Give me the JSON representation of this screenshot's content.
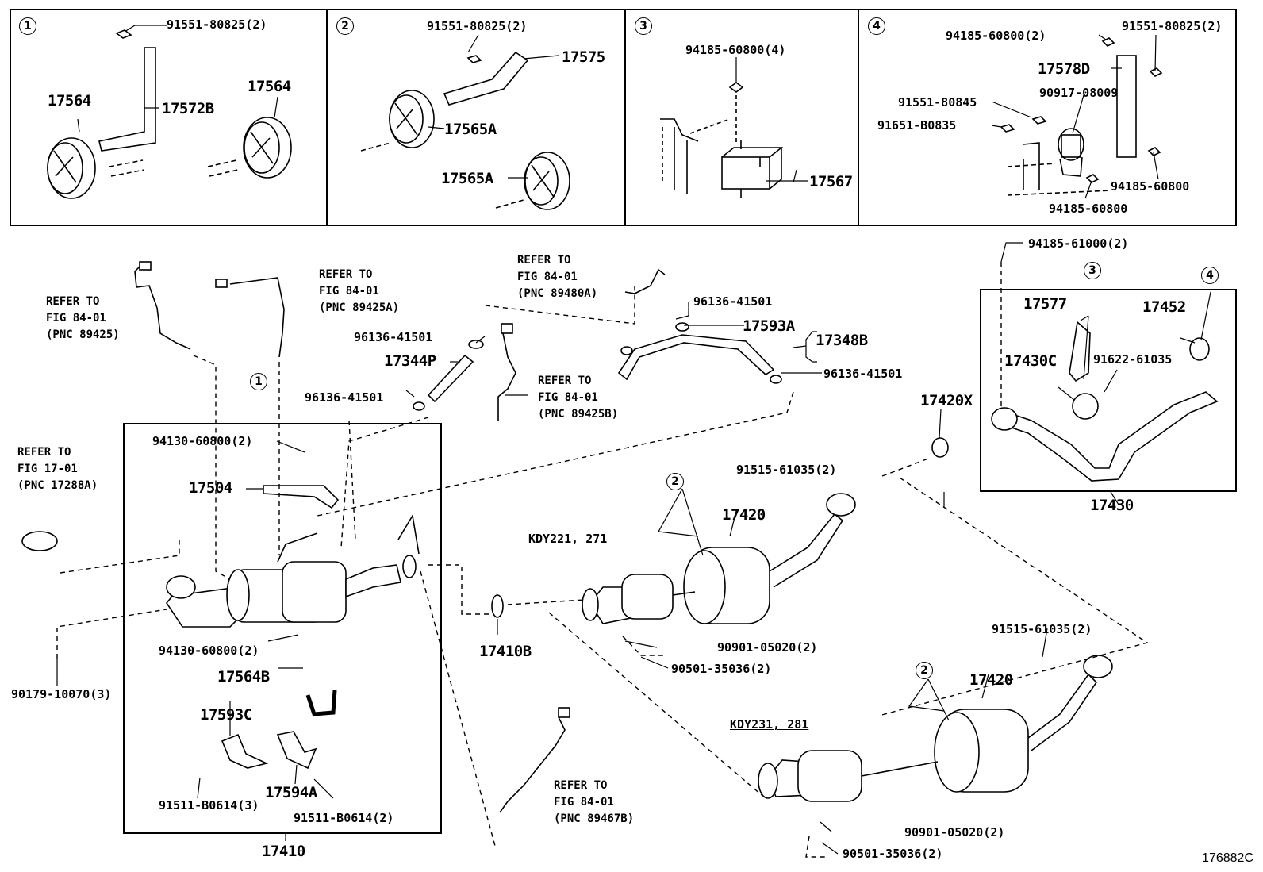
{
  "figure_id": "176882C",
  "boxes": [
    {
      "num": "1",
      "parts": {
        "bolt": "91551-80825(2)",
        "hanger_l": "17564",
        "bracket": "17572B",
        "hanger_r": "17564"
      }
    },
    {
      "num": "2",
      "parts": {
        "bolt": "91551-80825(2)",
        "bracket": "17575",
        "hanger_a": "17565A",
        "hanger_b": "17565A"
      }
    },
    {
      "num": "3",
      "parts": {
        "nut": "94185-60800(4)",
        "mount": "17567"
      }
    },
    {
      "num": "4",
      "parts": {
        "nut_top": "94185-60800(2)",
        "bolt_top": "91551-80825(2)",
        "bracket": "17578D",
        "bolt_a": "91551-80845",
        "rubber": "90917-08009",
        "bolt_b": "91651-B0835",
        "nut_r": "94185-60800",
        "nut_b": "94185-60800"
      }
    }
  ],
  "refs": {
    "r1": "REFER TO\nFIG 84-01\n(PNC 89425)",
    "r2": "REFER TO\nFIG 84-01\n(PNC 89425A)",
    "r3": "REFER TO\nFIG 84-01\n(PNC 89480A)",
    "r4": "REFER TO\nFIG 84-01\n(PNC 89425B)",
    "r5": "REFER TO\nFIG 17-01\n(PNC 17288A)",
    "r6": "REFER TO\nFIG 84-01\n(PNC 89467B)"
  },
  "labels": {
    "clamp_1": "96136-41501",
    "hose_1": "17344P",
    "clamp_2": "96136-41501",
    "clamp_3": "96136-41501",
    "clamp_4": "96136-41501",
    "hose_2": "17593A",
    "pipe_assy": "17348B",
    "nut_main": "94185-61000(2)",
    "p17577": "17577",
    "p17452": "17452",
    "p17430C": "17430C",
    "bolt_17430": "91622-61035",
    "tail_pipe": "17430",
    "gasket_x": "17420X",
    "nut_cat_top": "94130-60800(2)",
    "p17504": "17504",
    "nut_cat_bot": "94130-60800(2)",
    "p17564B": "17564B",
    "p17593C": "17593C",
    "p17594A": "17594A",
    "bolt_l": "91511-B0614(3)",
    "bolt_r": "91511-B0614(2)",
    "cat_assy": "17410",
    "gasket_b": "17410B",
    "bolt_front": "90179-10070(3)",
    "variant_a": "KDY221, 271",
    "muffler_a": "17420",
    "bolt_muff_a": "91515-61035(2)",
    "spring_a": "90901-05020(2)",
    "bolt_spring_a": "90501-35036(2)",
    "variant_b": "KDY231, 281",
    "muffler_b": "17420",
    "bolt_muff_b": "91515-61035(2)",
    "spring_b": "90901-05020(2)",
    "bolt_spring_b": "90501-35036(2)"
  },
  "callouts": {
    "c1": "1",
    "c2a": "2",
    "c2b": "2",
    "c3": "3",
    "c4": "4"
  }
}
